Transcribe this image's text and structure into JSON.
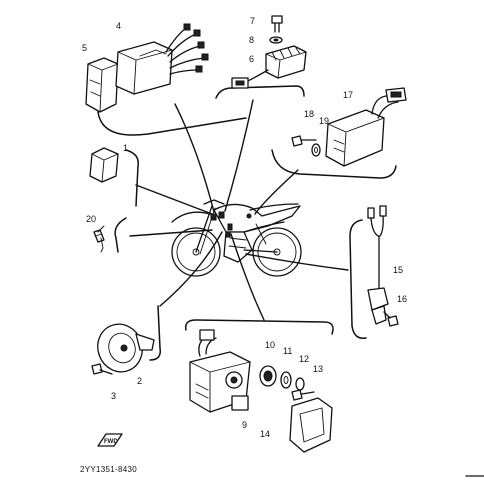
{
  "callouts": {
    "c1": "1",
    "c2": "2",
    "c3": "3",
    "c4": "4",
    "c5": "5",
    "c6": "6",
    "c7": "7",
    "c8": "8",
    "c9": "9",
    "c10": "10",
    "c11": "11",
    "c12": "12",
    "c13": "13",
    "c14": "14",
    "c15": "15",
    "c16": "16",
    "c17": "17",
    "c18": "18",
    "c19": "19",
    "c20": "20"
  },
  "footer": {
    "code": "2YY1351-8430"
  },
  "fwd_badge": {
    "label": "FWD"
  }
}
